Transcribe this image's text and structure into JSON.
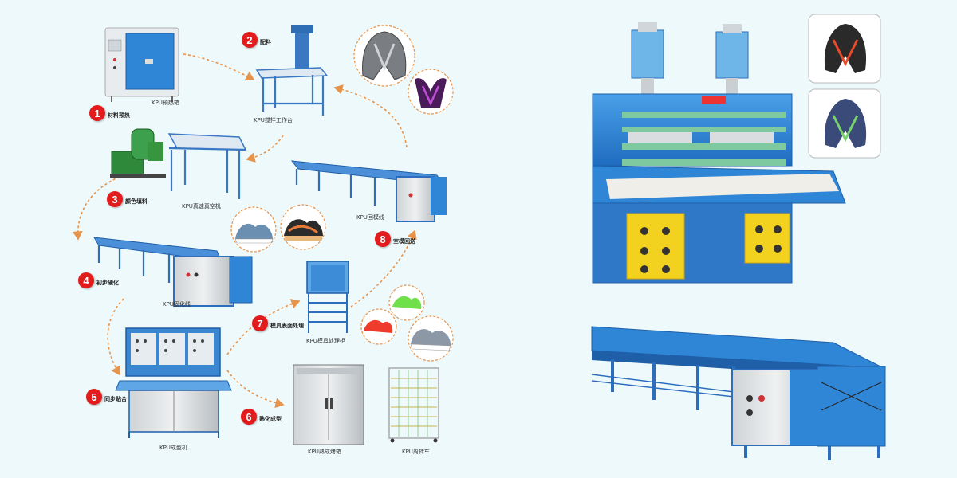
{
  "steps": [
    {
      "num": "1",
      "label": "材料预热"
    },
    {
      "num": "2",
      "label": "配料"
    },
    {
      "num": "3",
      "label": "颜色填料"
    },
    {
      "num": "4",
      "label": "初步硬化"
    },
    {
      "num": "5",
      "label": "同步贴合"
    },
    {
      "num": "6",
      "label": "熟化成型"
    },
    {
      "num": "7",
      "label": "模具表面处理"
    },
    {
      "num": "8",
      "label": "空模回送"
    }
  ],
  "machines": {
    "preheat_box": "KPU预热箱",
    "mixing_table": "KPU搅拌工作台",
    "vacuum_machine": "KPU真速真空机",
    "return_line": "KPU回模线",
    "curing_line": "KPU固化线",
    "surface_rack": "KPU模具处理柜",
    "forming_machine": "KPU成型机",
    "curing_oven": "KPU熟成烤箱",
    "turnover_cart": "KPU周转车"
  },
  "colors": {
    "machine_blue": "#2f86d6",
    "dark_blue": "#1e5fa8",
    "step_red": "#e21c1c",
    "arrow": "#e8934a",
    "yellow_panel": "#f2d21e"
  }
}
